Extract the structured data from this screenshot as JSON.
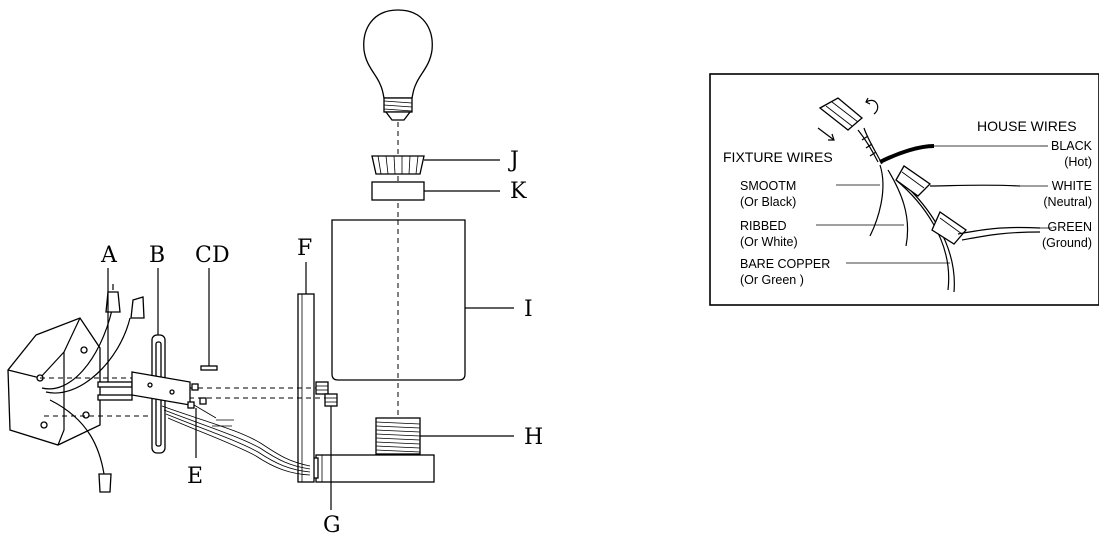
{
  "part_labels": {
    "A": "A",
    "B": "B",
    "C": "C",
    "D": "D",
    "E": "E",
    "F": "F",
    "G": "G",
    "H": "H",
    "I": "I",
    "J": "J",
    "K": "K"
  },
  "wiring_inset": {
    "house_wires": "HOUSE WIRES",
    "fixture_wires": "FIXTURE  WIRES",
    "black": "BLACK",
    "hot": "(Hot)",
    "white": "WHITE",
    "neutral": "(Neutral)",
    "green": "GREEN",
    "ground": "(Ground)",
    "smooth": "SMOOTM",
    "or_black": "(Or Black)",
    "ribbed": "RIBBED",
    "or_white": "(Or White)",
    "bare_copper": "BARE COPPER",
    "or_green": "(Or Green )"
  }
}
